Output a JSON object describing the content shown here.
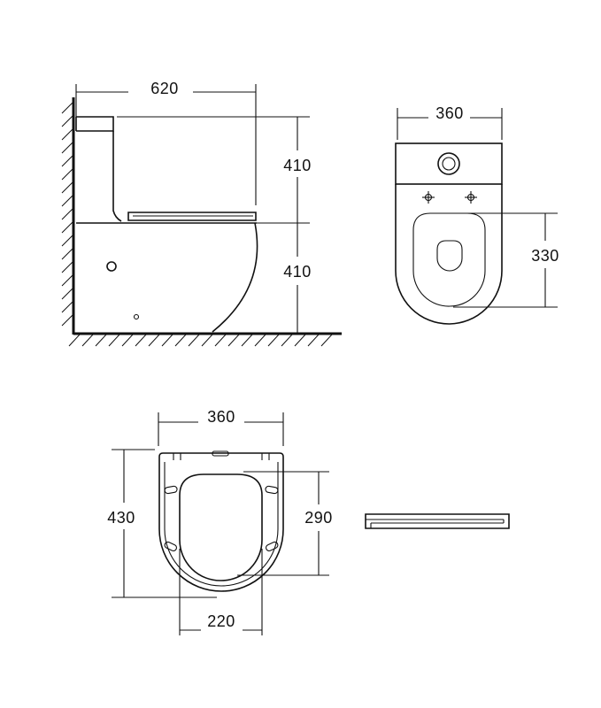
{
  "side_view": {
    "width_label": "620",
    "upper_height_label": "410",
    "lower_height_label": "410"
  },
  "top_view": {
    "width_label": "360",
    "seat_length_label": "330"
  },
  "seat_view": {
    "width_label": "360",
    "length_label": "430",
    "opening_length_label": "290",
    "opening_width_label": "220"
  }
}
